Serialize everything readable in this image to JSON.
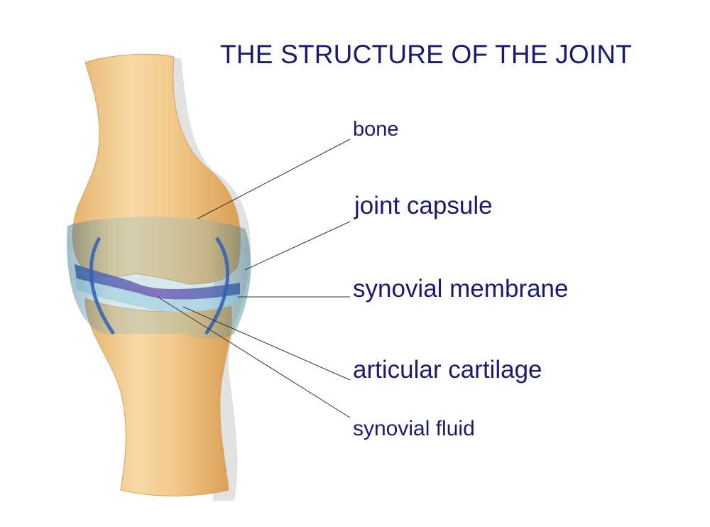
{
  "title": "THE STRUCTURE OF THE JOINT",
  "labels": {
    "bone": "bone",
    "joint_capsule": "joint capsule",
    "synovial_membrane": "synovial membrane",
    "articular_cartilage": "articular cartilage",
    "synovial_fluid": "synovial fluid"
  },
  "colors": {
    "text": "#1a1a6e",
    "bone": "#f3c98a",
    "bone_shadow": "#d9a35c",
    "capsule": "#6fa3b3",
    "membrane": "#2f5fb5",
    "fluid": "#6a3fa0",
    "cartilage": "#bfe3ee",
    "leader_line": "#333333"
  }
}
